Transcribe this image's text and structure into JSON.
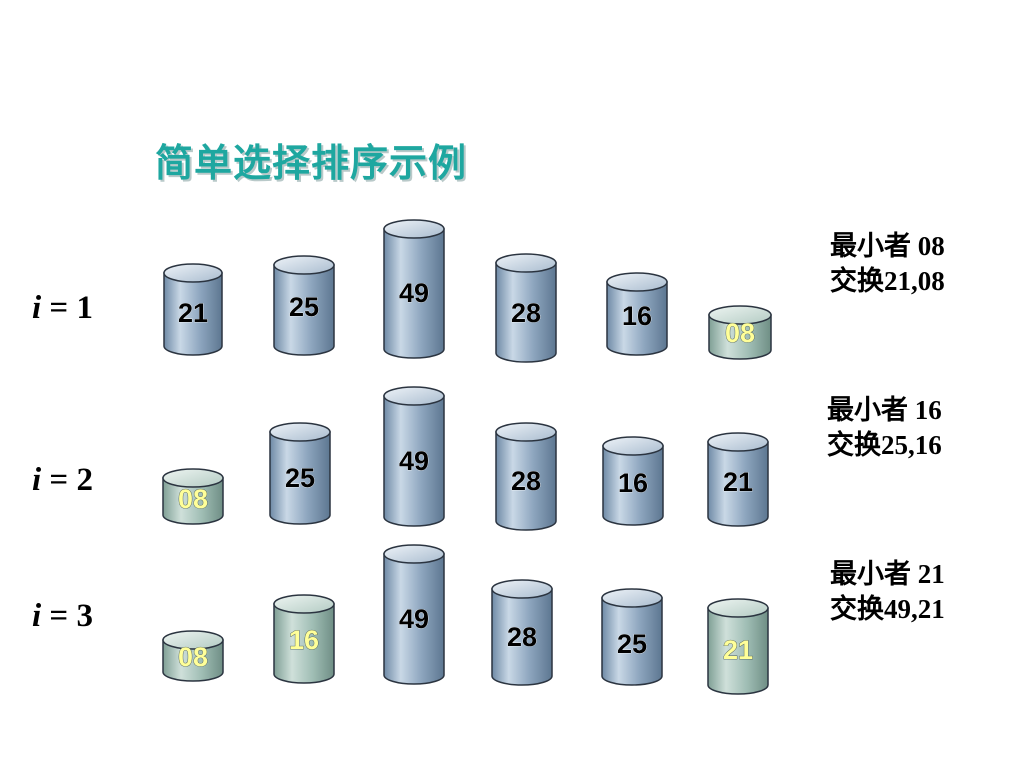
{
  "title": "简单选择排序示例",
  "rows": [
    {
      "var": "i",
      "eq": " = 1",
      "note_line1": "最小者 08",
      "note_line2": "交换21,08",
      "cylinders": [
        {
          "value": "21",
          "highlight": false
        },
        {
          "value": "25",
          "highlight": false
        },
        {
          "value": "49",
          "highlight": false
        },
        {
          "value": "28",
          "highlight": false
        },
        {
          "value": "16",
          "highlight": false
        },
        {
          "value": "08",
          "highlight": true
        }
      ]
    },
    {
      "var": "i",
      "eq": " = 2",
      "note_line1": "最小者 16",
      "note_line2": "交换25,16",
      "cylinders": [
        {
          "value": "08",
          "highlight": true
        },
        {
          "value": "25",
          "highlight": false
        },
        {
          "value": "49",
          "highlight": false
        },
        {
          "value": "28",
          "highlight": false
        },
        {
          "value": "16",
          "highlight": false
        },
        {
          "value": "21",
          "highlight": false
        }
      ]
    },
    {
      "var": "i",
      "eq": " = 3",
      "note_line1": "最小者 21",
      "note_line2": "交换49,21",
      "cylinders": [
        {
          "value": "08",
          "highlight": true
        },
        {
          "value": "16",
          "highlight": true
        },
        {
          "value": "49",
          "highlight": false
        },
        {
          "value": "28",
          "highlight": false
        },
        {
          "value": "25",
          "highlight": false
        },
        {
          "value": "21",
          "highlight": true
        }
      ]
    }
  ],
  "colors": {
    "title": "#1ea7a0",
    "normal_label": "#000000",
    "highlight_label": "#ffff99",
    "normal_body": "#8ea6bf",
    "highlight_body": "#9fbdb4"
  }
}
